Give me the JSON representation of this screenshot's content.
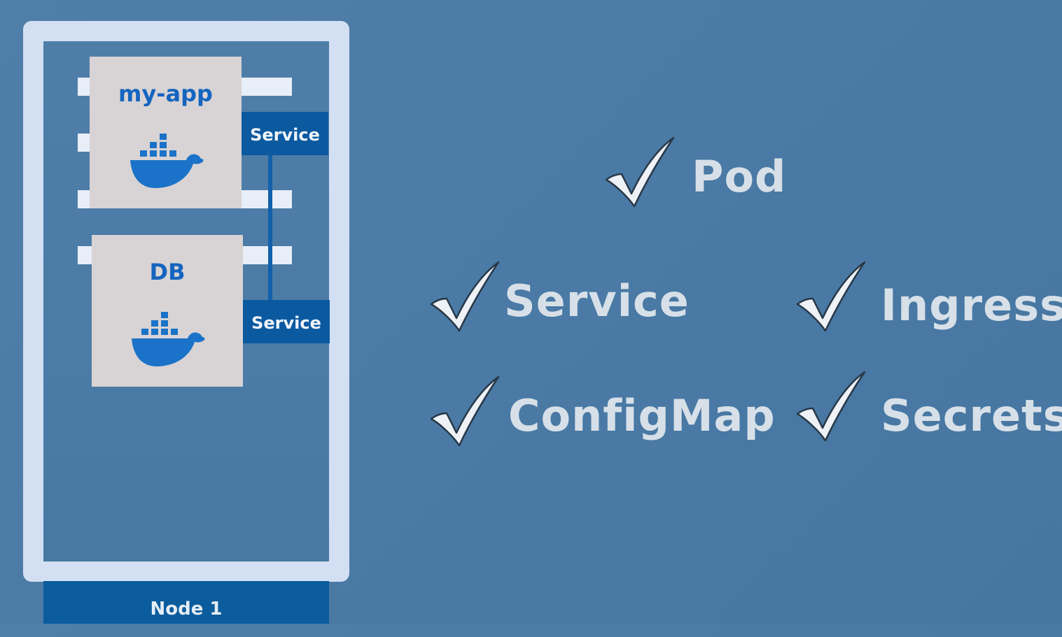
{
  "node": {
    "label": "Node 1"
  },
  "pods": [
    {
      "title": "my-app",
      "service": "Service"
    },
    {
      "title": "DB",
      "service": "Service"
    }
  ],
  "checklist": [
    {
      "label": "Pod"
    },
    {
      "label": "Service"
    },
    {
      "label": "Ingress"
    },
    {
      "label": "ConfigMap"
    },
    {
      "label": "Secrets"
    }
  ],
  "colors": {
    "background": "#4a7aa5",
    "node_frame": "#d3e0f3",
    "node_bar": "#0b5c9c",
    "service": "#0b5aa0",
    "pod_bg": "#d8d3d4",
    "pod_title": "#1565c0",
    "docker_whale": "#1a73c8",
    "check_fill": "#eef2f6",
    "check_stroke": "#283848",
    "label_text": "#d7e0e8"
  },
  "icons": [
    "docker-whale-icon",
    "checkmark-icon"
  ]
}
